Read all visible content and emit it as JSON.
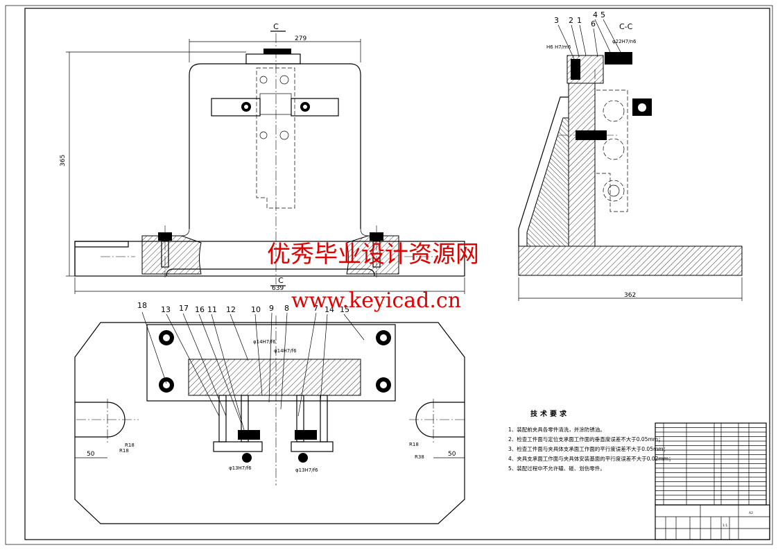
{
  "front_view": {
    "section_mark": "C",
    "dim_width_top": "279",
    "dim_height": "365",
    "dim_length": "639"
  },
  "side_view": {
    "section_title": "C-C",
    "dim_length": "362",
    "part_labels": [
      "3",
      "2",
      "1",
      "4",
      "5",
      "6"
    ],
    "fit_left": "H6 H7/m6",
    "fit_right": "φ22H7/n6"
  },
  "plan_view": {
    "part_labels": [
      "18",
      "13",
      "17",
      "16",
      "11",
      "12",
      "10",
      "9",
      "8",
      "7",
      "14",
      "15"
    ],
    "fit_1": "φ14H7/f6",
    "fit_2": "φ14H7/f6",
    "fit_3": "φ13H7/f6",
    "fit_4": "φ13H7/f6",
    "dim_left": "50",
    "dim_right": "50",
    "radius_left_1": "R18",
    "radius_left_2": "R18",
    "radius_right_1": "R18",
    "radius_right_2": "R38"
  },
  "watermark": {
    "line1": "优秀毕业设计资源网",
    "line2": "www.keyicad.cn"
  },
  "tech_requirements": {
    "title": "技术要求",
    "items": [
      "1、装配前夹具各零件清洗，并涂防锈油。",
      "2、检查工件面与定位支承面工作面的垂直度误差不大于0.05mm；",
      "3、检查工件面与夹具体支承面工作面的平行度误差不大于0.05mm；",
      "4、夹具支承面工作面与夹具体安装基面的平行度误差不大于0.02mm；",
      "5、装配过程中不允许磕、碰、划伤零件。"
    ]
  },
  "title_block": {
    "scale_label": "1:1",
    "sheet_label": "A2"
  }
}
